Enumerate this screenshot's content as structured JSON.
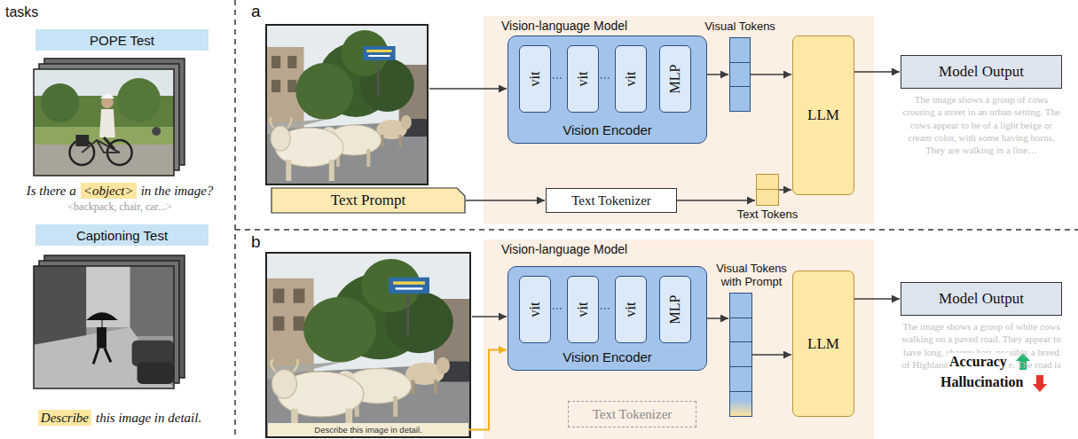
{
  "diagram": {
    "nodes": [
      {
        "text": [
          "POPE Test"
        ]
      },
      {
        "text": [
          "Captioning Test"
        ]
      },
      {
        "text": [
          "Vision-language Model"
        ]
      },
      {
        "text": [
          "Vision Encoder"
        ],
        "in": 2
      },
      {
        "text": [
          "vit"
        ],
        "in": 3
      },
      {
        "text": [
          "vit"
        ],
        "in": 3
      },
      {
        "text": [
          "vit"
        ],
        "in": 3
      },
      {
        "text": [
          "MLP"
        ],
        "in": 3
      },
      {
        "text": [
          "Visual Tokens"
        ],
        "in": 2
      },
      {
        "text": [
          "Text Tokenizer"
        ],
        "in": 2
      },
      {
        "text": [
          "Text Tokens"
        ],
        "in": 2
      },
      {
        "text": [
          "LLM"
        ],
        "in": 2
      },
      {
        "text": [
          "Text Prompt"
        ]
      },
      {
        "text": [
          "Model Output"
        ]
      },
      {
        "text": [
          "Describe this image in detail."
        ]
      },
      {
        "text": [
          "Vision-language Model"
        ]
      },
      {
        "text": [
          "Vision Encoder"
        ],
        "in": 15
      },
      {
        "text": [
          "vit"
        ],
        "in": 16
      },
      {
        "text": [
          "vit"
        ],
        "in": 16
      },
      {
        "text": [
          "vit"
        ],
        "in": 16
      },
      {
        "text": [
          "MLP"
        ],
        "in": 16
      },
      {
        "text": [
          "Visual Tokens with Prompt"
        ],
        "in": 15
      },
      {
        "text": [
          "Text Tokenizer"
        ],
        "in": 15
      },
      {
        "text": [
          "LLM"
        ],
        "in": 15
      },
      {
        "text": [
          "Model Output"
        ]
      }
    ],
    "edges": [
      {
        "from": 12,
        "to": 9,
        "arrow": "to"
      },
      {
        "from": 9,
        "to": 10,
        "arrow": "to"
      },
      {
        "from": 10,
        "to": 11,
        "arrow": "to"
      },
      {
        "from": 3,
        "to": 8,
        "arrow": "to"
      },
      {
        "from": 8,
        "to": 11,
        "arrow": "to"
      },
      {
        "from": 11,
        "to": 13,
        "arrow": "to"
      },
      {
        "from": 14,
        "to": 16,
        "arrow": "to"
      },
      {
        "from": 16,
        "to": 21,
        "arrow": "to"
      },
      {
        "from": 21,
        "to": 23,
        "arrow": "to"
      },
      {
        "from": 23,
        "to": 24,
        "arrow": "to"
      }
    ],
    "labels": [
      "tasks",
      "Is there a",
      "<object>",
      "in the image?",
      "<backpack, chair, car...>",
      "Describe",
      "this image in detail.",
      "a",
      "b",
      "The image shows a group of cows crossing a street in an urban setting. The cows appear to be of a light beige or cream color, with some having horns. They are walking in a line…",
      "The image shows a group of white cows walking on a paved road. They appear to have long, shaggy hair, possibly a breed of Highland or similar cattle. The road is in an urban or …",
      "Accuracy",
      "Hallucination"
    ]
  }
}
